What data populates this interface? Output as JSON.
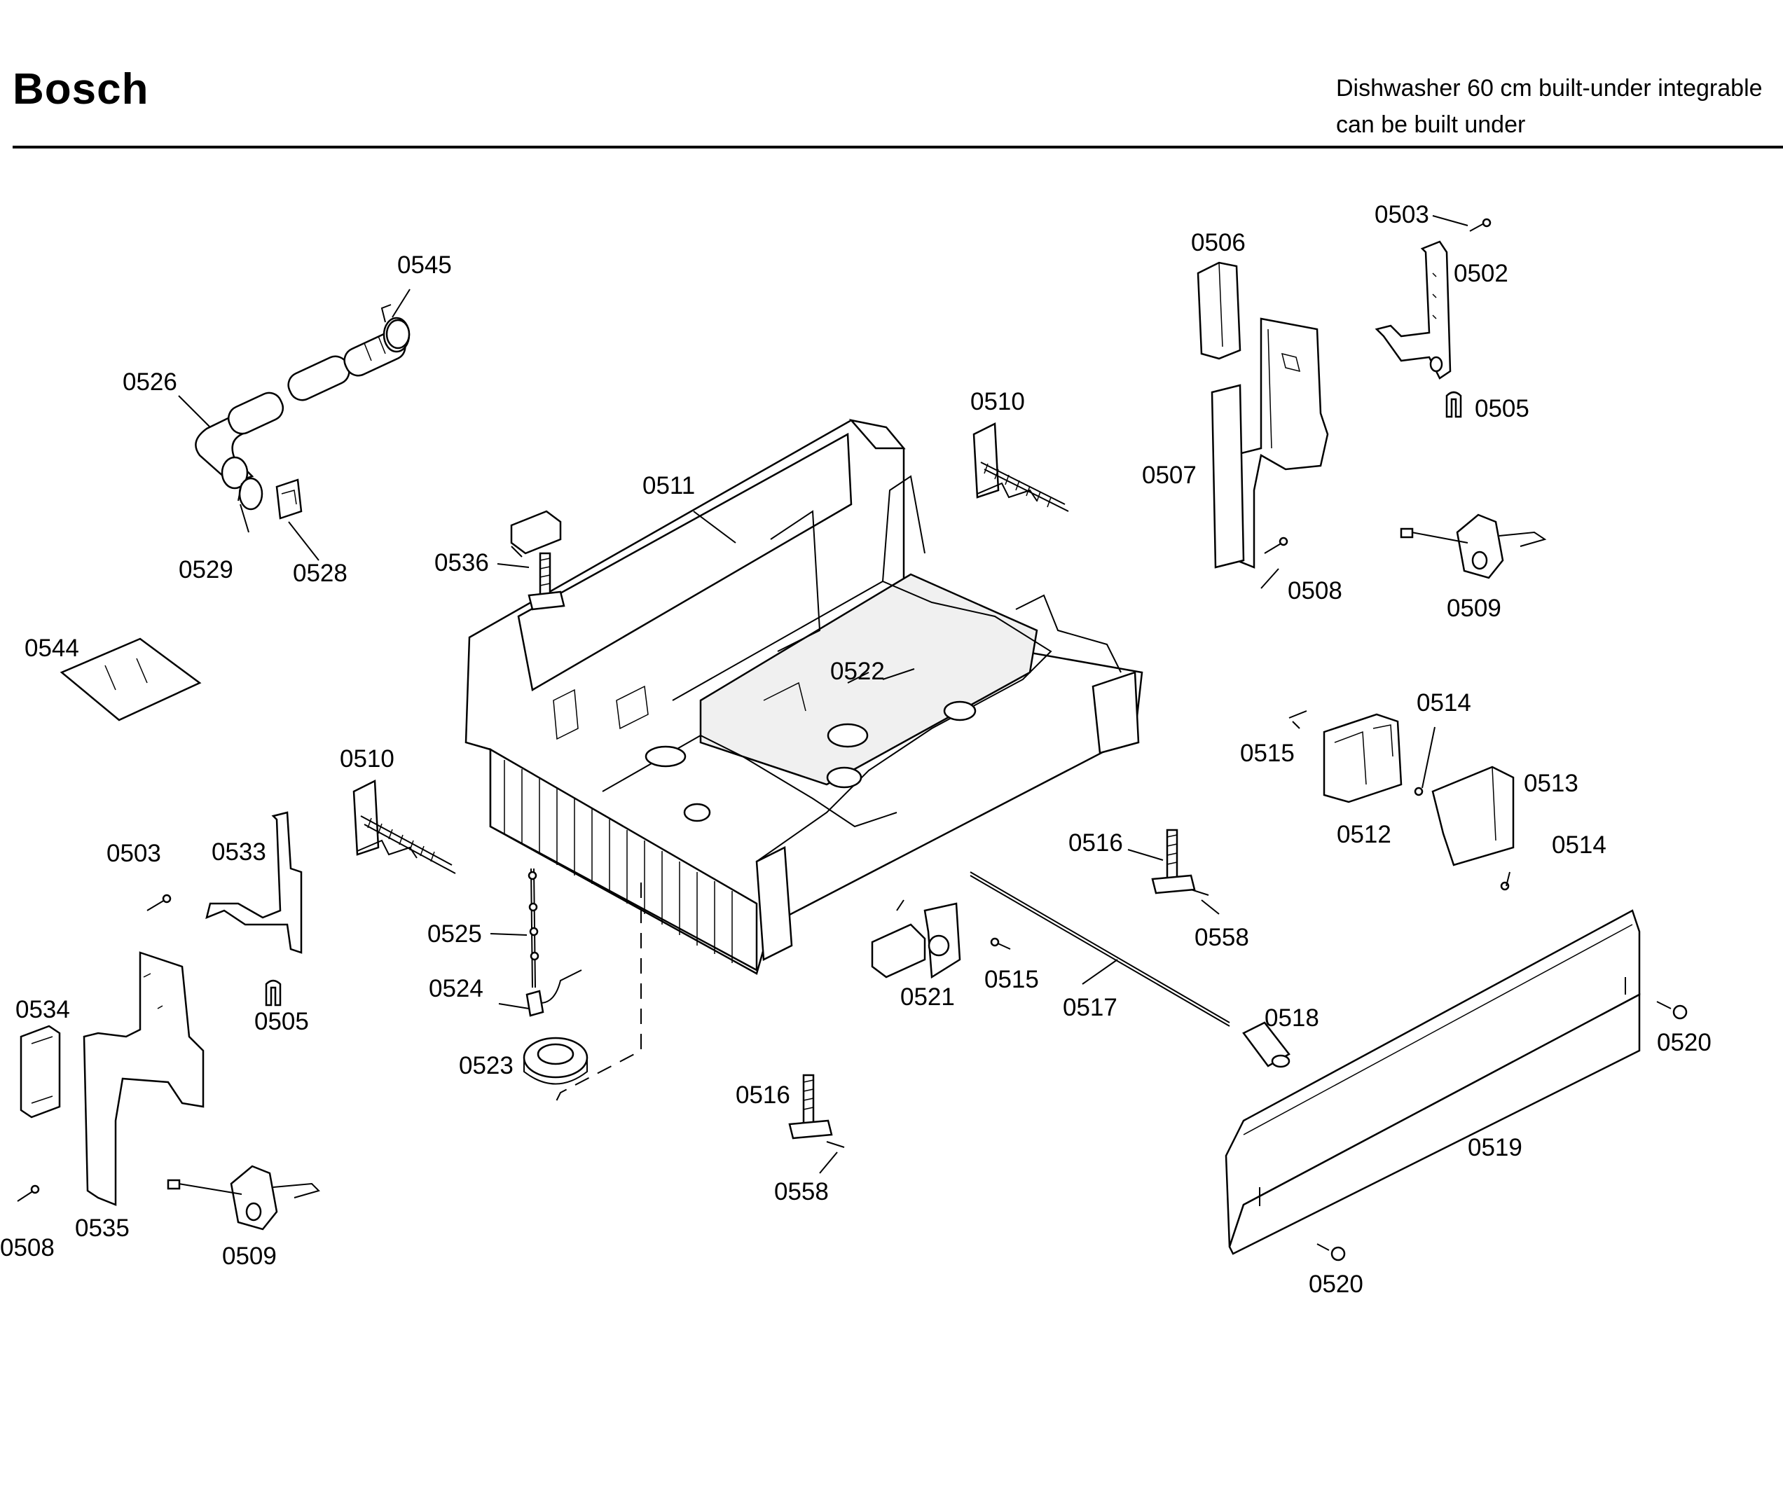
{
  "header": {
    "brand": "Bosch",
    "description_line1": "Dishwasher 60 cm built-under integrable",
    "description_line2": "can be built under"
  },
  "callouts": [
    {
      "id": "c0503a",
      "text": "0503"
    },
    {
      "id": "c0506",
      "text": "0506"
    },
    {
      "id": "c0502",
      "text": "0502"
    },
    {
      "id": "c0545",
      "text": "0545"
    },
    {
      "id": "c0526",
      "text": "0526"
    },
    {
      "id": "c0510a",
      "text": "0510"
    },
    {
      "id": "c0505a",
      "text": "0505"
    },
    {
      "id": "c0507",
      "text": "0507"
    },
    {
      "id": "c0511",
      "text": "0511"
    },
    {
      "id": "c0529",
      "text": "0529"
    },
    {
      "id": "c0528",
      "text": "0528"
    },
    {
      "id": "c0536",
      "text": "0536"
    },
    {
      "id": "c0508a",
      "text": "0508"
    },
    {
      "id": "c0509a",
      "text": "0509"
    },
    {
      "id": "c0544",
      "text": "0544"
    },
    {
      "id": "c0522",
      "text": "0522"
    },
    {
      "id": "c0514a",
      "text": "0514"
    },
    {
      "id": "c0515a",
      "text": "0515"
    },
    {
      "id": "c0513",
      "text": "0513"
    },
    {
      "id": "c0510b",
      "text": "0510"
    },
    {
      "id": "c0512",
      "text": "0512"
    },
    {
      "id": "c0516a",
      "text": "0516"
    },
    {
      "id": "c0514b",
      "text": "0514"
    },
    {
      "id": "c0503b",
      "text": "0503"
    },
    {
      "id": "c0533",
      "text": "0533"
    },
    {
      "id": "c0525",
      "text": "0525"
    },
    {
      "id": "c0558a",
      "text": "0558"
    },
    {
      "id": "c0515b",
      "text": "0515"
    },
    {
      "id": "c0521",
      "text": "0521"
    },
    {
      "id": "c0524",
      "text": "0524"
    },
    {
      "id": "c0517",
      "text": "0517"
    },
    {
      "id": "c0534",
      "text": "0534"
    },
    {
      "id": "c0505b",
      "text": "0505"
    },
    {
      "id": "c0518",
      "text": "0518"
    },
    {
      "id": "c0520a",
      "text": "0520"
    },
    {
      "id": "c0523",
      "text": "0523"
    },
    {
      "id": "c0516b",
      "text": "0516"
    },
    {
      "id": "c0519",
      "text": "0519"
    },
    {
      "id": "c0558b",
      "text": "0558"
    },
    {
      "id": "c0535",
      "text": "0535"
    },
    {
      "id": "c0508b",
      "text": "0508"
    },
    {
      "id": "c0509b",
      "text": "0509"
    },
    {
      "id": "c0520b",
      "text": "0520"
    }
  ]
}
